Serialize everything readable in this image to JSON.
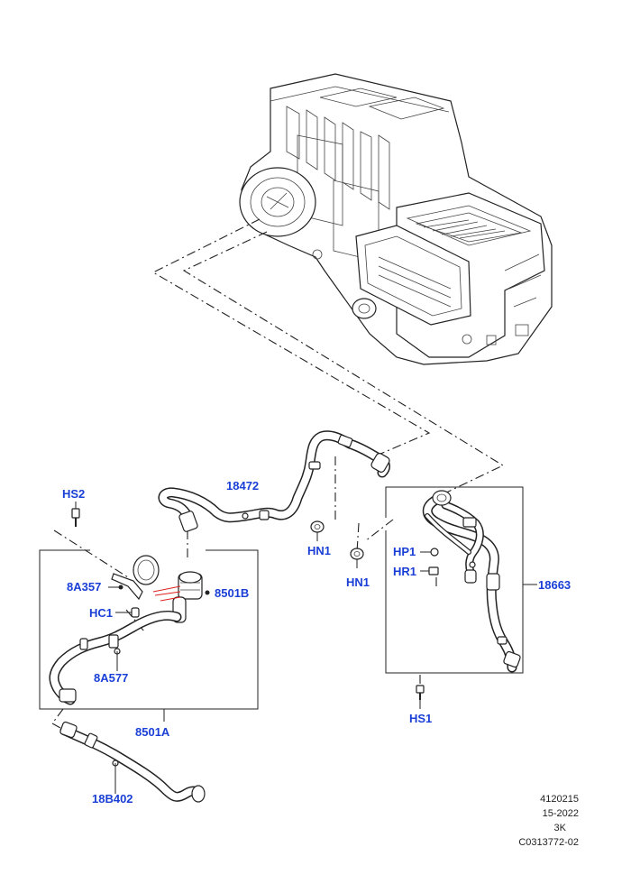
{
  "callouts": {
    "hs2": "HS2",
    "n18472": "18472",
    "n8a357": "8A357",
    "hc1": "HC1",
    "n8501b": "8501B",
    "n8a577": "8A577",
    "n8501a": "8501A",
    "n18b402": "18B402",
    "hn1_left": "HN1",
    "hn1_right": "HN1",
    "hp1": "HP1",
    "hr1": "HR1",
    "n18663": "18663",
    "hs1": "HS1"
  },
  "reference": {
    "line1": "4120215",
    "line2": "15-2022",
    "line3": "3K",
    "line4": "C0313772-02"
  }
}
